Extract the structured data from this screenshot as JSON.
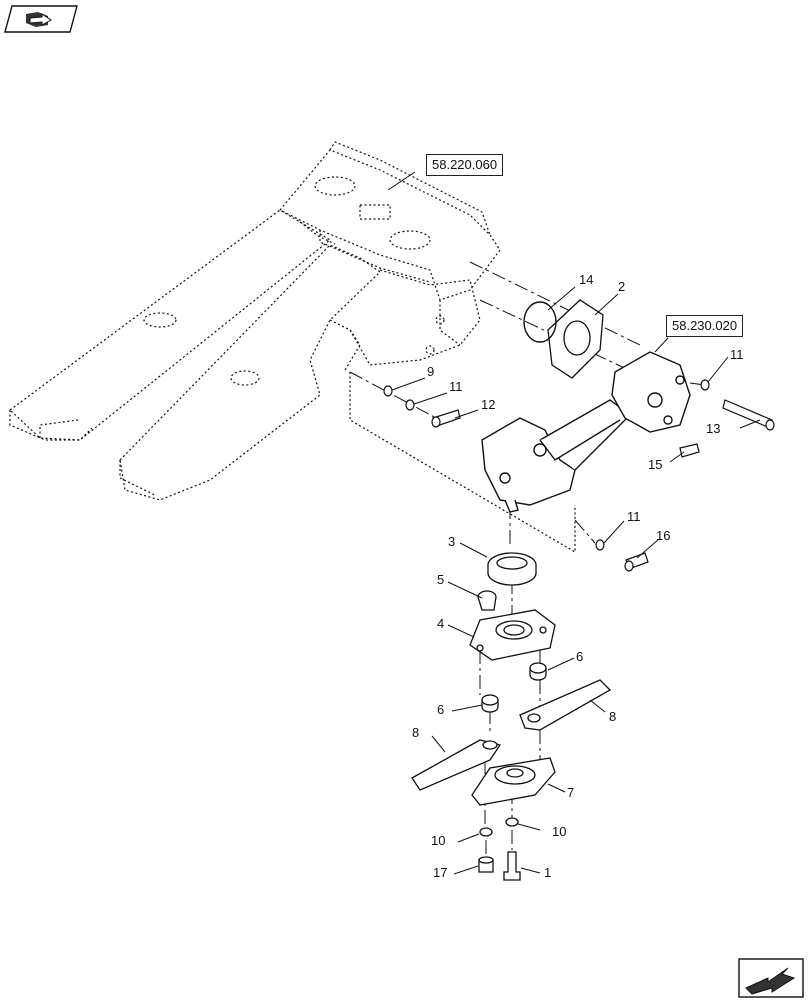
{
  "header": {
    "icon": "book-arrow-icon"
  },
  "footer": {
    "icon": "next-page-arrow-icon"
  },
  "references": {
    "ref_frame": "58.220.060",
    "ref_gearbox": "58.230.020"
  },
  "callouts": {
    "c1": "1",
    "c2": "2",
    "c3": "3",
    "c4": "4",
    "c5": "5",
    "c6a": "6",
    "c6b": "6",
    "c7": "7",
    "c8a": "8",
    "c8b": "8",
    "c9": "9",
    "c10a": "10",
    "c10b": "10",
    "c11a": "11",
    "c11b": "11",
    "c11c": "11",
    "c12": "12",
    "c13": "13",
    "c14": "14",
    "c15": "15",
    "c16": "16",
    "c17": "17"
  }
}
